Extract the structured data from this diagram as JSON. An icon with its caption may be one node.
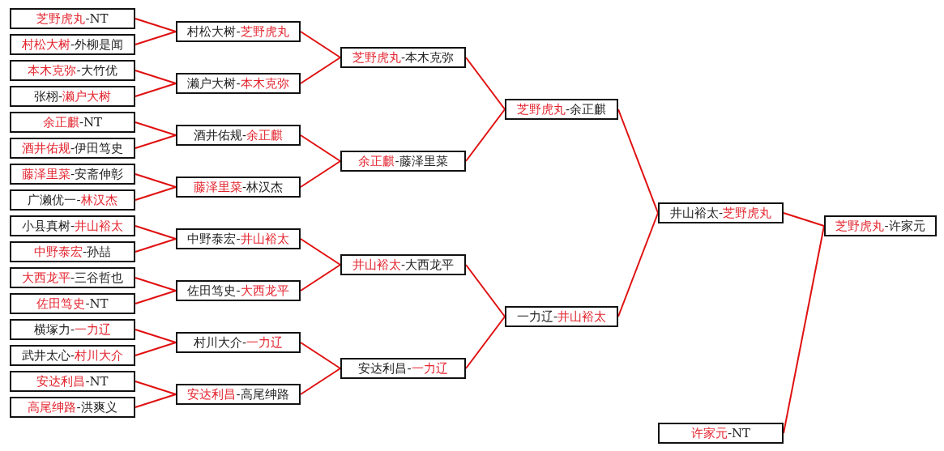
{
  "diagram": {
    "nodes": [
      {
        "text": [
          "芝野虎丸-NT"
        ]
      },
      {
        "text": [
          "村松大树-外柳是闻"
        ]
      },
      {
        "text": [
          "本木克弥-大竹优"
        ]
      },
      {
        "text": [
          "张栩-濑户大树"
        ]
      },
      {
        "text": [
          "余正麒-NT"
        ]
      },
      {
        "text": [
          "酒井佑规-伊田笃史"
        ]
      },
      {
        "text": [
          "藤泽里菜-安斋伸彰"
        ]
      },
      {
        "text": [
          "广濑优一-林汉杰"
        ]
      },
      {
        "text": [
          "小县真树-井山裕太"
        ]
      },
      {
        "text": [
          "中野泰宏-孙喆"
        ]
      },
      {
        "text": [
          "大西龙平-三谷哲也"
        ]
      },
      {
        "text": [
          "佐田笃史-NT"
        ]
      },
      {
        "text": [
          "横塚力-一力辽"
        ]
      },
      {
        "text": [
          "武井太心-村川大介"
        ]
      },
      {
        "text": [
          "安达利昌-NT"
        ]
      },
      {
        "text": [
          "高尾绅路-洪爽义"
        ]
      },
      {
        "text": [
          "村松大树-芝野虎丸"
        ]
      },
      {
        "text": [
          "濑户大树-本木克弥"
        ]
      },
      {
        "text": [
          "酒井佑规-余正麒"
        ]
      },
      {
        "text": [
          "藤泽里菜-林汉杰"
        ]
      },
      {
        "text": [
          "中野泰宏-井山裕太"
        ]
      },
      {
        "text": [
          "佐田笃史-大西龙平"
        ]
      },
      {
        "text": [
          "村川大介-一力辽"
        ]
      },
      {
        "text": [
          "安达利昌-高尾绅路"
        ]
      },
      {
        "text": [
          "芝野虎丸-本木克弥"
        ]
      },
      {
        "text": [
          "余正麒-藤泽里菜"
        ]
      },
      {
        "text": [
          "井山裕太-大西龙平"
        ]
      },
      {
        "text": [
          "安达利昌-一力辽"
        ]
      },
      {
        "text": [
          "芝野虎丸-余正麒"
        ]
      },
      {
        "text": [
          "一力辽-井山裕太"
        ]
      },
      {
        "text": [
          "井山裕太-芝野虎丸"
        ]
      },
      {
        "text": [
          "许家元-NT"
        ]
      },
      {
        "text": [
          "芝野虎丸-许家元"
        ]
      }
    ],
    "edges": [
      {
        "from": 0,
        "to": 16,
        "arrow": "none"
      },
      {
        "from": 1,
        "to": 16,
        "arrow": "none"
      },
      {
        "from": 2,
        "to": 17,
        "arrow": "none"
      },
      {
        "from": 3,
        "to": 17,
        "arrow": "none"
      },
      {
        "from": 4,
        "to": 18,
        "arrow": "none"
      },
      {
        "from": 5,
        "to": 18,
        "arrow": "none"
      },
      {
        "from": 6,
        "to": 19,
        "arrow": "none"
      },
      {
        "from": 7,
        "to": 19,
        "arrow": "none"
      },
      {
        "from": 8,
        "to": 20,
        "arrow": "none"
      },
      {
        "from": 9,
        "to": 20,
        "arrow": "none"
      },
      {
        "from": 10,
        "to": 21,
        "arrow": "none"
      },
      {
        "from": 11,
        "to": 21,
        "arrow": "none"
      },
      {
        "from": 12,
        "to": 22,
        "arrow": "none"
      },
      {
        "from": 13,
        "to": 22,
        "arrow": "none"
      },
      {
        "from": 14,
        "to": 23,
        "arrow": "none"
      },
      {
        "from": 15,
        "to": 23,
        "arrow": "none"
      },
      {
        "from": 16,
        "to": 24,
        "arrow": "none"
      },
      {
        "from": 17,
        "to": 24,
        "arrow": "none"
      },
      {
        "from": 18,
        "to": 25,
        "arrow": "none"
      },
      {
        "from": 19,
        "to": 25,
        "arrow": "none"
      },
      {
        "from": 20,
        "to": 26,
        "arrow": "none"
      },
      {
        "from": 21,
        "to": 26,
        "arrow": "none"
      },
      {
        "from": 22,
        "to": 27,
        "arrow": "none"
      },
      {
        "from": 23,
        "to": 27,
        "arrow": "none"
      },
      {
        "from": 24,
        "to": 28,
        "arrow": "none"
      },
      {
        "from": 25,
        "to": 28,
        "arrow": "none"
      },
      {
        "from": 26,
        "to": 29,
        "arrow": "none"
      },
      {
        "from": 27,
        "to": 29,
        "arrow": "none"
      },
      {
        "from": 28,
        "to": 30,
        "arrow": "none"
      },
      {
        "from": 29,
        "to": 30,
        "arrow": "none"
      },
      {
        "from": 30,
        "to": 32,
        "arrow": "none"
      },
      {
        "from": 31,
        "to": 32,
        "arrow": "none"
      }
    ]
  }
}
